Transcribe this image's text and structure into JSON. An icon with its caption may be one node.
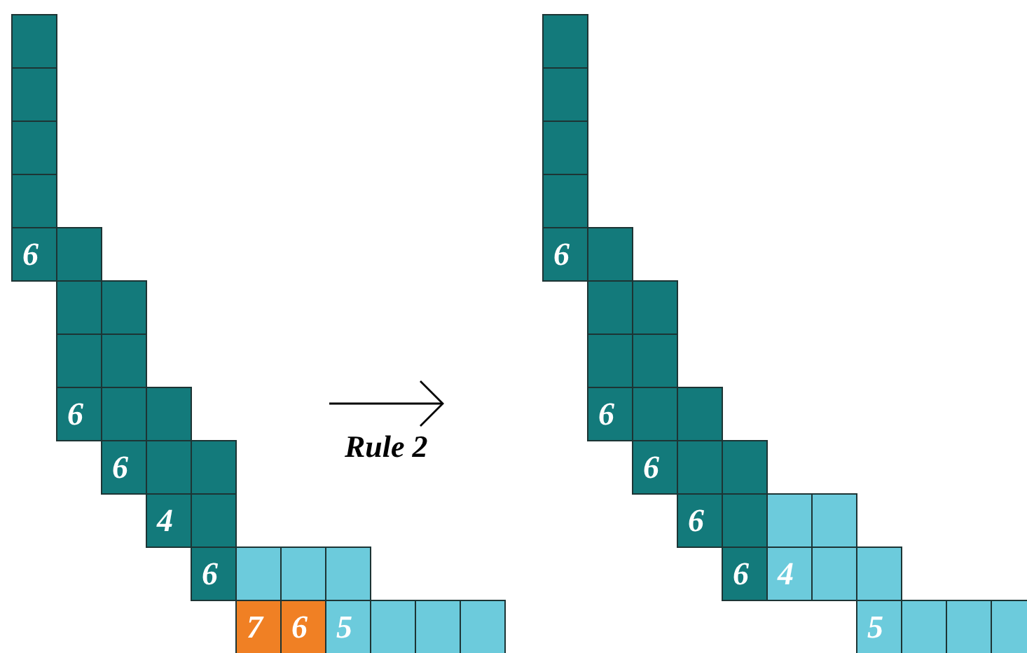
{
  "diagram": {
    "nodes": [
      {
        "text": [],
        "shape": "box"
      },
      {
        "text": [],
        "shape": "box"
      },
      {
        "text": [],
        "shape": "box"
      },
      {
        "text": [],
        "shape": "box"
      },
      {
        "text": [
          "6"
        ]
      },
      {
        "text": [],
        "shape": "box"
      },
      {
        "text": [],
        "shape": "box"
      },
      {
        "text": [],
        "shape": "box"
      },
      {
        "text": [],
        "shape": "box"
      },
      {
        "text": [],
        "shape": "box"
      },
      {
        "text": [
          "6"
        ]
      },
      {
        "text": [],
        "shape": "box"
      },
      {
        "text": [],
        "shape": "box"
      },
      {
        "text": [
          "6"
        ]
      },
      {
        "text": [],
        "shape": "box"
      },
      {
        "text": [],
        "shape": "box"
      },
      {
        "text": [
          "4"
        ]
      },
      {
        "text": [],
        "shape": "box"
      },
      {
        "text": [
          "6"
        ]
      },
      {
        "text": [],
        "shape": "box"
      },
      {
        "text": [],
        "shape": "box"
      },
      {
        "text": [],
        "shape": "box"
      },
      {
        "text": [
          "7"
        ]
      },
      {
        "text": [
          "6"
        ]
      },
      {
        "text": [
          "5"
        ]
      },
      {
        "text": [],
        "shape": "box"
      },
      {
        "text": [],
        "shape": "box"
      },
      {
        "text": [],
        "shape": "box"
      },
      {
        "text": [],
        "shape": "box"
      },
      {
        "text": [],
        "shape": "box"
      },
      {
        "text": [],
        "shape": "box"
      },
      {
        "text": [],
        "shape": "box"
      },
      {
        "text": [
          "6"
        ]
      },
      {
        "text": [],
        "shape": "box"
      },
      {
        "text": [],
        "shape": "box"
      },
      {
        "text": [],
        "shape": "box"
      },
      {
        "text": [],
        "shape": "box"
      },
      {
        "text": [],
        "shape": "box"
      },
      {
        "text": [
          "6"
        ]
      },
      {
        "text": [],
        "shape": "box"
      },
      {
        "text": [],
        "shape": "box"
      },
      {
        "text": [
          "6"
        ]
      },
      {
        "text": [],
        "shape": "box"
      },
      {
        "text": [],
        "shape": "box"
      },
      {
        "text": [
          "6"
        ]
      },
      {
        "text": [],
        "shape": "box"
      },
      {
        "text": [],
        "shape": "box"
      },
      {
        "text": [],
        "shape": "box"
      },
      {
        "text": [
          "6"
        ]
      },
      {
        "text": [
          "4"
        ]
      },
      {
        "text": [],
        "shape": "box"
      },
      {
        "text": [],
        "shape": "box"
      },
      {
        "text": [
          "5"
        ]
      },
      {
        "text": [],
        "shape": "box"
      },
      {
        "text": [],
        "shape": "box"
      },
      {
        "text": [],
        "shape": "box"
      }
    ],
    "labels": [
      "Rule 2"
    ]
  }
}
